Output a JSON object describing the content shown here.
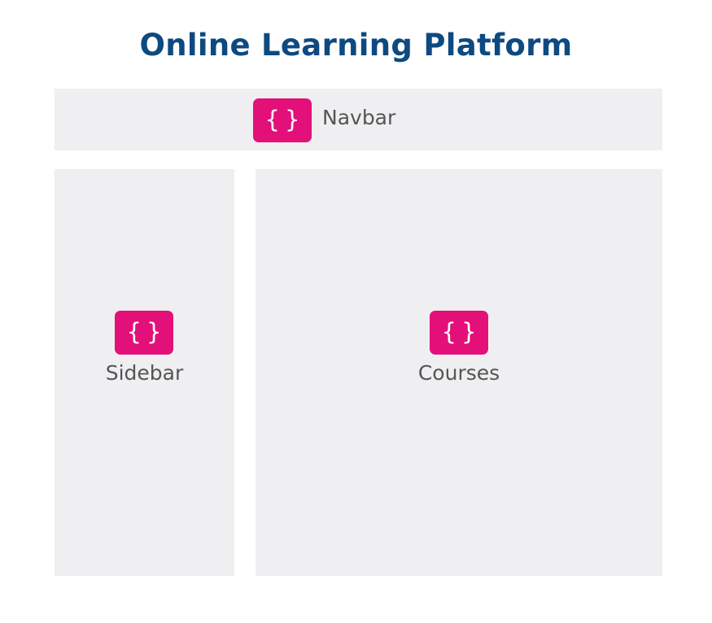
{
  "title": "Online Learning Platform",
  "components": {
    "navbar": {
      "label": "Navbar",
      "icon": "curly-braces-icon",
      "icon_glyph": "{}"
    },
    "sidebar": {
      "label": "Sidebar",
      "icon": "curly-braces-icon",
      "icon_glyph": "{}"
    },
    "courses": {
      "label": "Courses",
      "icon": "curly-braces-icon",
      "icon_glyph": "{}"
    }
  },
  "colors": {
    "title": "#0d4a80",
    "panel_background": "#efeff1",
    "icon_background": "#e3107a",
    "label": "#555555"
  }
}
